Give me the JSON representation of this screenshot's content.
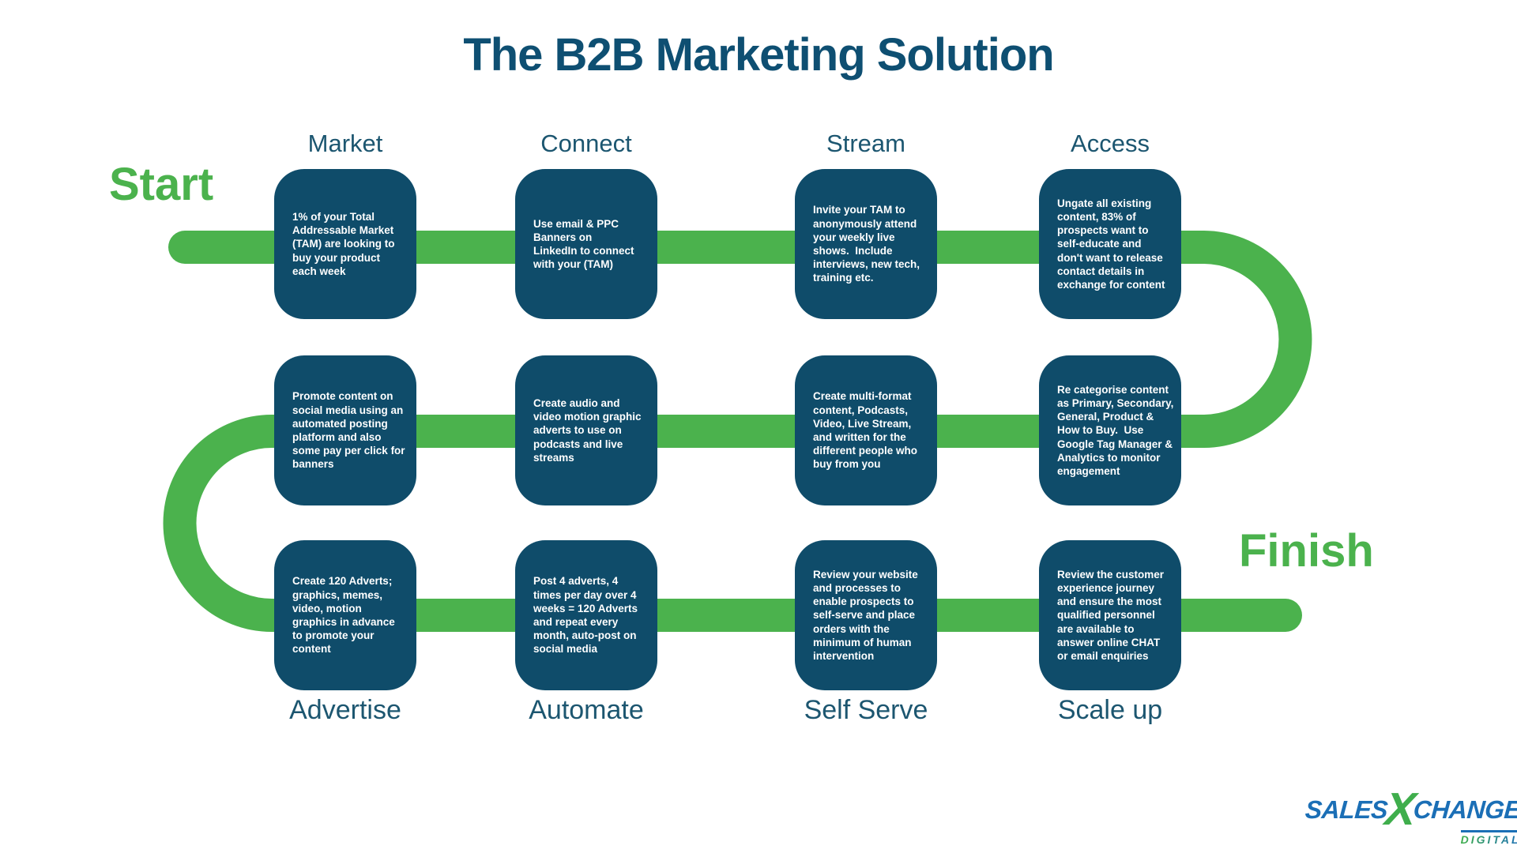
{
  "title": "The B2B Marketing Solution",
  "flow": {
    "start_label": "Start",
    "finish_label": "Finish"
  },
  "rows": [
    {
      "boxes": [
        {
          "label": "Market",
          "text": "1% of your Total\nAddressable Market\n(TAM) are looking to\nbuy your product\neach week"
        },
        {
          "label": "Connect",
          "text": "Use email & PPC\nBanners on\nLinkedIn to connect\nwith your (TAM)"
        },
        {
          "label": "Stream",
          "text": "Invite your TAM to\nanonymously attend\nyour weekly live\nshows.  Include\ninterviews, new tech,\ntraining etc."
        },
        {
          "label": "Access",
          "text": "Ungate all existing\ncontent, 83% of\nprospects want to\nself-educate and\ndon't want to release\ncontact details in\nexchange for content"
        }
      ]
    },
    {
      "boxes": [
        {
          "text": "Promote content on\nsocial media using an\nautomated posting\nplatform and also\nsome pay per click for\nbanners"
        },
        {
          "text": "Create audio and\nvideo motion graphic\nadverts to use on\npodcasts and live\nstreams"
        },
        {
          "text": "Create multi-format\ncontent, Podcasts,\nVideo, Live Stream,\nand written for the\ndifferent people who\nbuy from you"
        },
        {
          "text": "Re categorise content\nas Primary, Secondary,\nGeneral, Product &\nHow to Buy.  Use\nGoogle Tag Manager &\nAnalytics to monitor\nengagement"
        }
      ]
    },
    {
      "boxes": [
        {
          "label": "Advertise",
          "text": "Create 120 Adverts;\ngraphics, memes,\nvideo, motion\ngraphics in advance\nto promote your\ncontent"
        },
        {
          "label": "Automate",
          "text": "Post 4 adverts, 4\ntimes per day over 4\nweeks = 120 Adverts\nand repeat every\nmonth, auto-post on\nsocial media"
        },
        {
          "label": "Self Serve",
          "text": "Review your website\nand processes to\nenable prospects to\nself-serve and place\norders with the\nminimum of human\nintervention"
        },
        {
          "label": "Scale up",
          "text": "Review the customer\nexperience journey\nand ensure the most\nqualified personnel\nare available to\nanswer online CHAT\nor email enquiries"
        }
      ]
    }
  ],
  "logo": {
    "sales": "SALES",
    "x": "X",
    "change": "CHANGE",
    "digital": "DIGITAL"
  },
  "colors": {
    "path_green": "#4bb24d",
    "box_teal": "#0f4c6a",
    "title_teal": "#0e4f72",
    "label_teal": "#1c5670",
    "logo_blue": "#1b6fb6",
    "logo_green": "#3fae4c"
  }
}
